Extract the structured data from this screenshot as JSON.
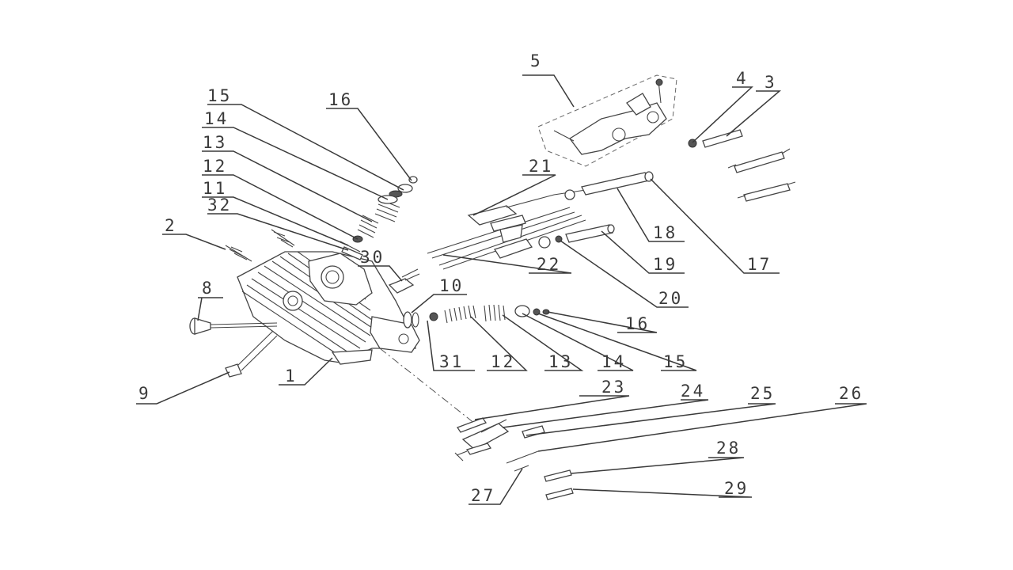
{
  "callouts": [
    {
      "id": "c1",
      "text": "1"
    },
    {
      "id": "c2",
      "text": "2"
    },
    {
      "id": "c3",
      "text": "3"
    },
    {
      "id": "c4",
      "text": "4"
    },
    {
      "id": "c5",
      "text": "5"
    },
    {
      "id": "c8",
      "text": "8"
    },
    {
      "id": "c9",
      "text": "9"
    },
    {
      "id": "c10",
      "text": "10"
    },
    {
      "id": "c11",
      "text": "11"
    },
    {
      "id": "c12a",
      "text": "12"
    },
    {
      "id": "c12b",
      "text": "12"
    },
    {
      "id": "c13a",
      "text": "13"
    },
    {
      "id": "c13b",
      "text": "13"
    },
    {
      "id": "c14a",
      "text": "14"
    },
    {
      "id": "c14b",
      "text": "14"
    },
    {
      "id": "c15a",
      "text": "15"
    },
    {
      "id": "c15b",
      "text": "15"
    },
    {
      "id": "c16a",
      "text": "16"
    },
    {
      "id": "c16b",
      "text": "16"
    },
    {
      "id": "c17",
      "text": "17"
    },
    {
      "id": "c18",
      "text": "18"
    },
    {
      "id": "c19",
      "text": "19"
    },
    {
      "id": "c20",
      "text": "20"
    },
    {
      "id": "c21",
      "text": "21"
    },
    {
      "id": "c22",
      "text": "22"
    },
    {
      "id": "c23",
      "text": "23"
    },
    {
      "id": "c24",
      "text": "24"
    },
    {
      "id": "c25",
      "text": "25"
    },
    {
      "id": "c26",
      "text": "26"
    },
    {
      "id": "c27",
      "text": "27"
    },
    {
      "id": "c28",
      "text": "28"
    },
    {
      "id": "c29",
      "text": "29"
    },
    {
      "id": "c30",
      "text": "30"
    },
    {
      "id": "c31",
      "text": "31"
    },
    {
      "id": "c32",
      "text": "32"
    }
  ],
  "icon": "cylinder-head-exploded-view"
}
